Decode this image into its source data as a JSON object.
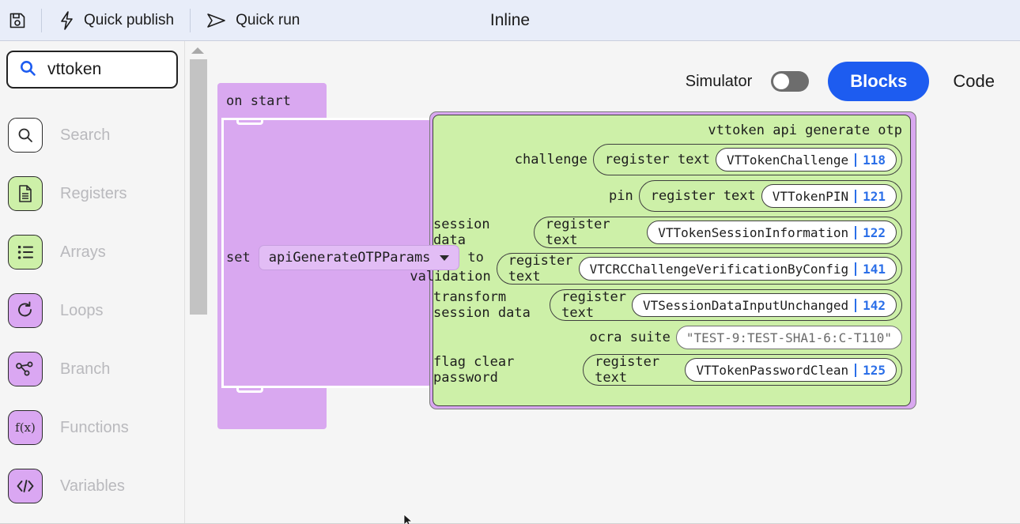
{
  "topbar": {
    "save_icon": "save-disk-icon",
    "quick_publish": {
      "label": "Quick publish",
      "icon": "lightning-bolt-icon"
    },
    "quick_run": {
      "label": "Quick run",
      "icon": "paper-plane-icon"
    },
    "title": "Inline"
  },
  "sidebar": {
    "search": {
      "value": "vttoken",
      "placeholder": "Search",
      "icon": "search-icon"
    },
    "categories": [
      {
        "label": "Search",
        "icon": "magnifier-icon",
        "color": "#ffffff"
      },
      {
        "label": "Registers",
        "icon": "document-icon",
        "color": "#cdf0a8"
      },
      {
        "label": "Arrays",
        "icon": "list-icon",
        "color": "#cdf0a8"
      },
      {
        "label": "Loops",
        "icon": "refresh-loop-icon",
        "color": "#daa7f2"
      },
      {
        "label": "Branch",
        "icon": "branch-nodes-icon",
        "color": "#daa7f2"
      },
      {
        "label": "Functions",
        "icon": "function-fx-icon",
        "color": "#daa7f2"
      },
      {
        "label": "Variables",
        "icon": "code-brackets-icon",
        "color": "#daa7f2"
      }
    ]
  },
  "controls": {
    "simulator_label": "Simulator",
    "simulator_on": false,
    "blocks_label": "Blocks",
    "code_label": "Code",
    "accent_color": "#1d5cf0"
  },
  "workspace": {
    "on_start_label": "on start",
    "set_label": "set",
    "to_label": "to",
    "variable": "apiGenerateOTPParams",
    "api_block": {
      "title": "vttoken api generate otp",
      "register_text_label": "register text",
      "rows": [
        {
          "label": "challenge",
          "kind": "register",
          "register": "VTTokenChallenge",
          "number": "118"
        },
        {
          "label": "pin",
          "kind": "register",
          "register": "VTTokenPIN",
          "number": "121"
        },
        {
          "label": "session data",
          "kind": "register",
          "register": "VTTokenSessionInformation",
          "number": "122"
        },
        {
          "label": "crc validation",
          "kind": "register",
          "register": "VTCRCChallengeVerificationByConfig",
          "number": "141"
        },
        {
          "label": "transform session data",
          "kind": "register",
          "register": "VTSessionDataInputUnchanged",
          "number": "142"
        },
        {
          "label": "ocra suite",
          "kind": "string",
          "value": "\"TEST-9:TEST-SHA1-6:C-T110\""
        },
        {
          "label": "flag clear password",
          "kind": "register",
          "register": "VTTokenPasswordClean",
          "number": "125"
        }
      ]
    }
  }
}
